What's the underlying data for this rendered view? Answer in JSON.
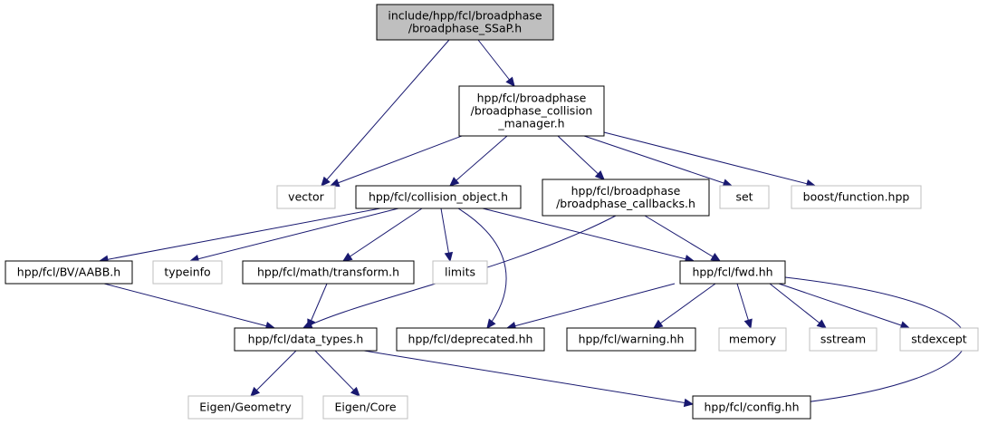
{
  "nodes": [
    {
      "id": "root",
      "lines": [
        "include/hpp/fcl/broadphase",
        "/broadphase_SSaP.h"
      ],
      "kind": "root"
    },
    {
      "id": "bcm",
      "lines": [
        "hpp/fcl/broadphase",
        "/broadphase_collision",
        "_manager.h"
      ],
      "kind": "doc"
    },
    {
      "id": "vector",
      "lines": [
        "vector"
      ],
      "kind": "ext"
    },
    {
      "id": "cobj",
      "lines": [
        "hpp/fcl/collision_object.h"
      ],
      "kind": "doc"
    },
    {
      "id": "bcb",
      "lines": [
        "hpp/fcl/broadphase",
        "/broadphase_callbacks.h"
      ],
      "kind": "doc"
    },
    {
      "id": "set",
      "lines": [
        "set"
      ],
      "kind": "ext"
    },
    {
      "id": "bfunc",
      "lines": [
        "boost/function.hpp"
      ],
      "kind": "ext"
    },
    {
      "id": "aabb",
      "lines": [
        "hpp/fcl/BV/AABB.h"
      ],
      "kind": "doc"
    },
    {
      "id": "typeinfo",
      "lines": [
        "typeinfo"
      ],
      "kind": "ext"
    },
    {
      "id": "transform",
      "lines": [
        "hpp/fcl/math/transform.h"
      ],
      "kind": "doc"
    },
    {
      "id": "limits",
      "lines": [
        "limits"
      ],
      "kind": "ext"
    },
    {
      "id": "fwd",
      "lines": [
        "hpp/fcl/fwd.hh"
      ],
      "kind": "doc"
    },
    {
      "id": "dtypes",
      "lines": [
        "hpp/fcl/data_types.h"
      ],
      "kind": "doc"
    },
    {
      "id": "deprecated",
      "lines": [
        "hpp/fcl/deprecated.hh"
      ],
      "kind": "doc"
    },
    {
      "id": "warning",
      "lines": [
        "hpp/fcl/warning.hh"
      ],
      "kind": "doc"
    },
    {
      "id": "memory",
      "lines": [
        "memory"
      ],
      "kind": "ext"
    },
    {
      "id": "sstream",
      "lines": [
        "sstream"
      ],
      "kind": "ext"
    },
    {
      "id": "stdexcept",
      "lines": [
        "stdexcept"
      ],
      "kind": "ext"
    },
    {
      "id": "egeom",
      "lines": [
        "Eigen/Geometry"
      ],
      "kind": "ext"
    },
    {
      "id": "ecore",
      "lines": [
        "Eigen/Core"
      ],
      "kind": "ext"
    },
    {
      "id": "config",
      "lines": [
        "hpp/fcl/config.hh"
      ],
      "kind": "doc"
    }
  ],
  "edges": [
    {
      "from": "root",
      "to": "bcm"
    },
    {
      "from": "root",
      "to": "vector"
    },
    {
      "from": "bcm",
      "to": "vector"
    },
    {
      "from": "bcm",
      "to": "cobj"
    },
    {
      "from": "bcm",
      "to": "bcb"
    },
    {
      "from": "bcm",
      "to": "set"
    },
    {
      "from": "bcm",
      "to": "bfunc"
    },
    {
      "from": "cobj",
      "to": "aabb"
    },
    {
      "from": "cobj",
      "to": "typeinfo"
    },
    {
      "from": "cobj",
      "to": "transform"
    },
    {
      "from": "cobj",
      "to": "limits"
    },
    {
      "from": "cobj",
      "to": "fwd"
    },
    {
      "from": "cobj",
      "to": "deprecated"
    },
    {
      "from": "bcb",
      "to": "fwd"
    },
    {
      "from": "bcb",
      "to": "dtypes"
    },
    {
      "from": "aabb",
      "to": "dtypes"
    },
    {
      "from": "transform",
      "to": "dtypes"
    },
    {
      "from": "fwd",
      "to": "deprecated"
    },
    {
      "from": "fwd",
      "to": "warning"
    },
    {
      "from": "fwd",
      "to": "memory"
    },
    {
      "from": "fwd",
      "to": "sstream"
    },
    {
      "from": "fwd",
      "to": "stdexcept"
    },
    {
      "from": "fwd",
      "to": "config"
    },
    {
      "from": "dtypes",
      "to": "egeom"
    },
    {
      "from": "dtypes",
      "to": "ecore"
    },
    {
      "from": "dtypes",
      "to": "config"
    }
  ],
  "colors": {
    "edge": "#191970",
    "root_fill": "#bfbfbf",
    "ext_border": "#bfbfbf",
    "doc_border": "#000000"
  }
}
